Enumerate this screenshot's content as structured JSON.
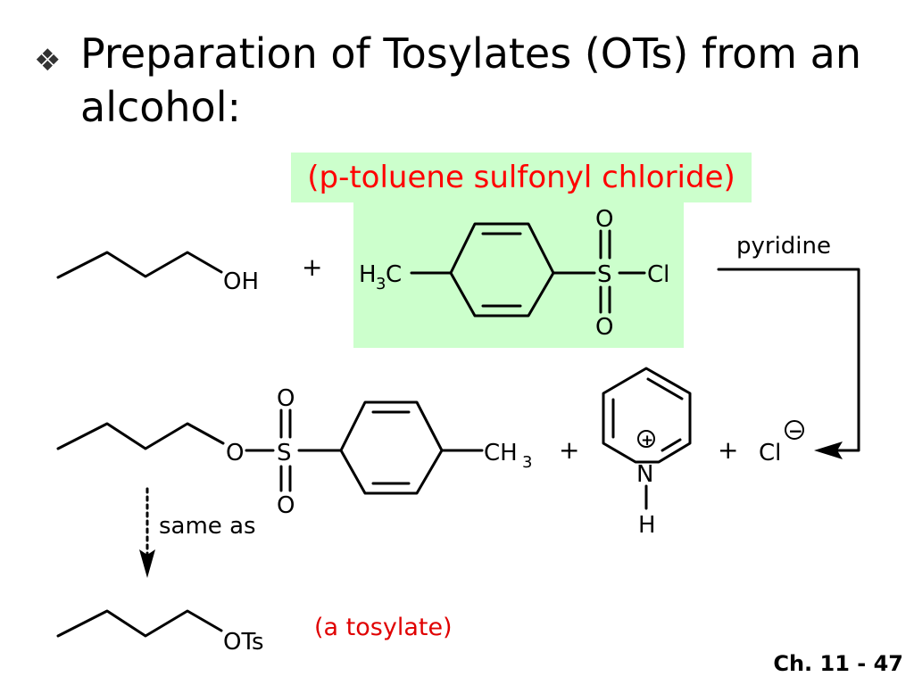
{
  "slide": {
    "bullet": "❖",
    "title": "Preparation of Tosylates (OTs) from an alcohol:",
    "reagent_name": "(p-toluene sulfonyl chloride)",
    "tosylate_note": "(a tosylate)",
    "footer": "Ch. 11 - 47",
    "highlight_color": "#ccffcc",
    "annotation_color": "#ff0000"
  },
  "scheme": {
    "alcohol_group": "OH",
    "plus": "+",
    "reagent_left": "H",
    "reagent_subscript": "3",
    "reagent_c": "C",
    "sulfur": "S",
    "oxygen": "O",
    "chlorine": "Cl",
    "condition": "pyridine",
    "ester_oxygen": "O",
    "product_methyl": "CH",
    "product_methyl_subscript": "3",
    "pyridinium_n": "N",
    "pyridinium_h": "H",
    "plus_charge": "+",
    "chloride": "Cl",
    "minus_charge": "−",
    "equivalence": "same as",
    "tosylate_group": "OTs"
  }
}
